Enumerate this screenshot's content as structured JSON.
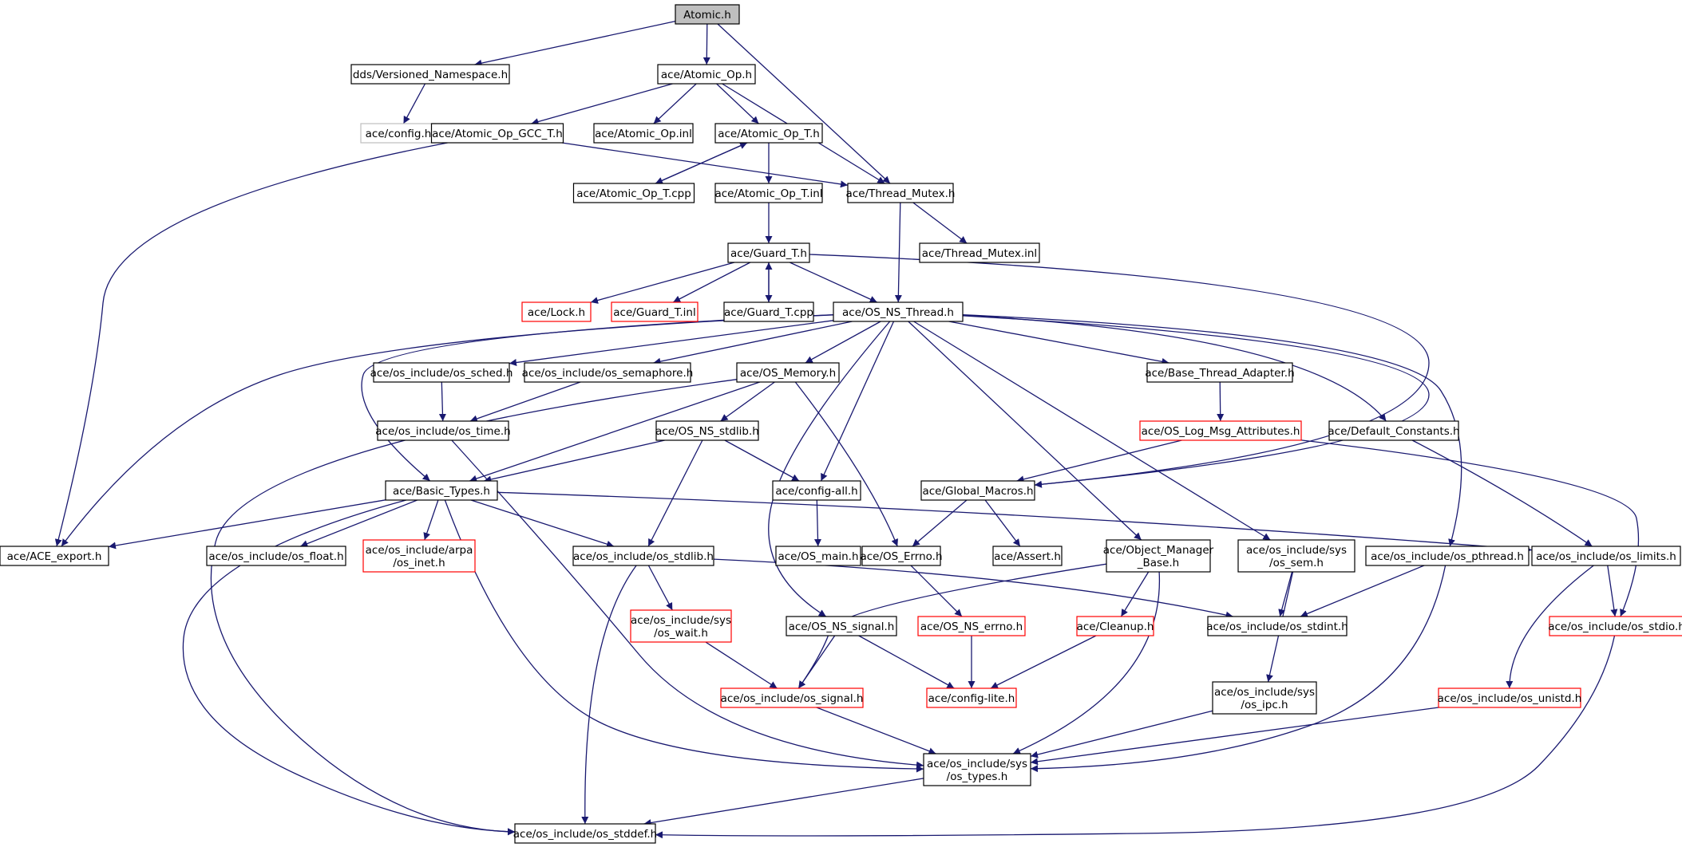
{
  "colors": {
    "edge": "#191970",
    "node_border": "#000000",
    "external_border": "#ff0000",
    "missing_border": "#bfbfbf",
    "root_fill": "#bfbfbf",
    "node_fill": "#ffffff"
  },
  "nodes": [
    {
      "id": "atomic_h",
      "lines": [
        "Atomic.h"
      ],
      "kind": "root"
    },
    {
      "id": "versioned_ns",
      "lines": [
        "dds/Versioned_Namespace.h"
      ],
      "kind": "normal"
    },
    {
      "id": "atomic_op_h",
      "lines": [
        "ace/Atomic_Op.h"
      ],
      "kind": "normal"
    },
    {
      "id": "config_h",
      "lines": [
        "ace/config.h"
      ],
      "kind": "missing"
    },
    {
      "id": "atomic_op_gcc_t",
      "lines": [
        "ace/Atomic_Op_GCC_T.h"
      ],
      "kind": "normal"
    },
    {
      "id": "atomic_op_inl",
      "lines": [
        "ace/Atomic_Op.inl"
      ],
      "kind": "normal"
    },
    {
      "id": "atomic_op_t_h",
      "lines": [
        "ace/Atomic_Op_T.h"
      ],
      "kind": "normal"
    },
    {
      "id": "atomic_op_t_cpp",
      "lines": [
        "ace/Atomic_Op_T.cpp"
      ],
      "kind": "normal"
    },
    {
      "id": "atomic_op_t_inl",
      "lines": [
        "ace/Atomic_Op_T.inl"
      ],
      "kind": "normal"
    },
    {
      "id": "thread_mutex_h",
      "lines": [
        "ace/Thread_Mutex.h"
      ],
      "kind": "normal"
    },
    {
      "id": "guard_t_h",
      "lines": [
        "ace/Guard_T.h"
      ],
      "kind": "normal"
    },
    {
      "id": "thread_mutex_inl",
      "lines": [
        "ace/Thread_Mutex.inl"
      ],
      "kind": "normal"
    },
    {
      "id": "lock_h",
      "lines": [
        "ace/Lock.h"
      ],
      "kind": "external"
    },
    {
      "id": "guard_t_inl",
      "lines": [
        "ace/Guard_T.inl"
      ],
      "kind": "external"
    },
    {
      "id": "guard_t_cpp",
      "lines": [
        "ace/Guard_T.cpp"
      ],
      "kind": "normal"
    },
    {
      "id": "os_ns_thread",
      "lines": [
        "ace/OS_NS_Thread.h"
      ],
      "kind": "normal"
    },
    {
      "id": "os_sched",
      "lines": [
        "ace/os_include/os_sched.h"
      ],
      "kind": "normal"
    },
    {
      "id": "os_semaphore",
      "lines": [
        "ace/os_include/os_semaphore.h"
      ],
      "kind": "normal"
    },
    {
      "id": "os_memory",
      "lines": [
        "ace/OS_Memory.h"
      ],
      "kind": "normal"
    },
    {
      "id": "base_thread_adapter",
      "lines": [
        "ace/Base_Thread_Adapter.h"
      ],
      "kind": "normal"
    },
    {
      "id": "os_time",
      "lines": [
        "ace/os_include/os_time.h"
      ],
      "kind": "normal"
    },
    {
      "id": "os_ns_stdlib",
      "lines": [
        "ace/OS_NS_stdlib.h"
      ],
      "kind": "normal"
    },
    {
      "id": "os_log_msg_attr",
      "lines": [
        "ace/OS_Log_Msg_Attributes.h"
      ],
      "kind": "external"
    },
    {
      "id": "default_constants",
      "lines": [
        "ace/Default_Constants.h"
      ],
      "kind": "normal"
    },
    {
      "id": "basic_types",
      "lines": [
        "ace/Basic_Types.h"
      ],
      "kind": "normal"
    },
    {
      "id": "config_all",
      "lines": [
        "ace/config-all.h"
      ],
      "kind": "normal"
    },
    {
      "id": "global_macros",
      "lines": [
        "ace/Global_Macros.h"
      ],
      "kind": "normal"
    },
    {
      "id": "ace_export",
      "lines": [
        "ace/ACE_export.h"
      ],
      "kind": "normal"
    },
    {
      "id": "os_float",
      "lines": [
        "ace/os_include/os_float.h"
      ],
      "kind": "normal"
    },
    {
      "id": "arpa_inet",
      "lines": [
        "ace/os_include/arpa",
        "/os_inet.h"
      ],
      "kind": "external"
    },
    {
      "id": "os_stdlib",
      "lines": [
        "ace/os_include/os_stdlib.h"
      ],
      "kind": "normal"
    },
    {
      "id": "os_main",
      "lines": [
        "ace/OS_main.h"
      ],
      "kind": "normal"
    },
    {
      "id": "os_errno",
      "lines": [
        "ace/OS_Errno.h"
      ],
      "kind": "normal"
    },
    {
      "id": "assert_h",
      "lines": [
        "ace/Assert.h"
      ],
      "kind": "normal"
    },
    {
      "id": "object_manager_base",
      "lines": [
        "ace/Object_Manager",
        "_Base.h"
      ],
      "kind": "normal"
    },
    {
      "id": "sys_os_sem",
      "lines": [
        "ace/os_include/sys",
        "/os_sem.h"
      ],
      "kind": "normal"
    },
    {
      "id": "os_pthread",
      "lines": [
        "ace/os_include/os_pthread.h"
      ],
      "kind": "normal"
    },
    {
      "id": "os_limits",
      "lines": [
        "ace/os_include/os_limits.h"
      ],
      "kind": "normal"
    },
    {
      "id": "sys_os_wait",
      "lines": [
        "ace/os_include/sys",
        "/os_wait.h"
      ],
      "kind": "external"
    },
    {
      "id": "os_ns_signal",
      "lines": [
        "ace/OS_NS_signal.h"
      ],
      "kind": "normal"
    },
    {
      "id": "os_ns_errno",
      "lines": [
        "ace/OS_NS_errno.h"
      ],
      "kind": "external"
    },
    {
      "id": "cleanup_h",
      "lines": [
        "ace/Cleanup.h"
      ],
      "kind": "external"
    },
    {
      "id": "os_stdint",
      "lines": [
        "ace/os_include/os_stdint.h"
      ],
      "kind": "normal"
    },
    {
      "id": "os_stdio",
      "lines": [
        "ace/os_include/os_stdio.h"
      ],
      "kind": "external"
    },
    {
      "id": "os_signal",
      "lines": [
        "ace/os_include/os_signal.h"
      ],
      "kind": "external"
    },
    {
      "id": "config_lite",
      "lines": [
        "ace/config-lite.h"
      ],
      "kind": "external"
    },
    {
      "id": "sys_os_ipc",
      "lines": [
        "ace/os_include/sys",
        "/os_ipc.h"
      ],
      "kind": "normal"
    },
    {
      "id": "os_unistd",
      "lines": [
        "ace/os_include/os_unistd.h"
      ],
      "kind": "external"
    },
    {
      "id": "sys_os_types",
      "lines": [
        "ace/os_include/sys",
        "/os_types.h"
      ],
      "kind": "normal"
    },
    {
      "id": "os_stddef",
      "lines": [
        "ace/os_include/os_stddef.h"
      ],
      "kind": "normal"
    }
  ],
  "edges": [
    [
      "atomic_h",
      "versioned_ns"
    ],
    [
      "atomic_h",
      "atomic_op_h"
    ],
    [
      "atomic_h",
      "thread_mutex_h"
    ],
    [
      "versioned_ns",
      "config_h"
    ],
    [
      "atomic_op_h",
      "atomic_op_gcc_t"
    ],
    [
      "atomic_op_h",
      "atomic_op_inl"
    ],
    [
      "atomic_op_h",
      "atomic_op_t_h"
    ],
    [
      "atomic_op_h",
      "thread_mutex_h"
    ],
    [
      "atomic_op_gcc_t",
      "thread_mutex_h"
    ],
    [
      "atomic_op_gcc_t",
      "ace_export"
    ],
    [
      "atomic_op_t_h",
      "atomic_op_t_cpp"
    ],
    [
      "atomic_op_t_cpp",
      "atomic_op_t_h"
    ],
    [
      "atomic_op_t_h",
      "atomic_op_t_inl"
    ],
    [
      "atomic_op_t_inl",
      "guard_t_h"
    ],
    [
      "thread_mutex_h",
      "thread_mutex_inl"
    ],
    [
      "thread_mutex_h",
      "os_ns_thread"
    ],
    [
      "guard_t_h",
      "lock_h"
    ],
    [
      "guard_t_h",
      "guard_t_inl"
    ],
    [
      "guard_t_h",
      "guard_t_cpp"
    ],
    [
      "guard_t_cpp",
      "guard_t_h"
    ],
    [
      "guard_t_h",
      "os_ns_thread"
    ],
    [
      "guard_t_h",
      "global_macros"
    ],
    [
      "os_ns_thread",
      "os_sched"
    ],
    [
      "os_ns_thread",
      "os_semaphore"
    ],
    [
      "os_ns_thread",
      "os_memory"
    ],
    [
      "os_ns_thread",
      "base_thread_adapter"
    ],
    [
      "os_ns_thread",
      "default_constants"
    ],
    [
      "os_ns_thread",
      "config_all"
    ],
    [
      "os_ns_thread",
      "global_macros"
    ],
    [
      "os_ns_thread",
      "ace_export"
    ],
    [
      "os_ns_thread",
      "basic_types"
    ],
    [
      "os_ns_thread",
      "object_manager_base"
    ],
    [
      "os_ns_thread",
      "sys_os_sem"
    ],
    [
      "os_ns_thread",
      "os_pthread"
    ],
    [
      "os_ns_thread",
      "os_ns_signal"
    ],
    [
      "os_sched",
      "os_time"
    ],
    [
      "os_semaphore",
      "os_time"
    ],
    [
      "os_memory",
      "os_ns_stdlib"
    ],
    [
      "os_memory",
      "basic_types"
    ],
    [
      "os_memory",
      "os_errno"
    ],
    [
      "os_memory",
      "os_stddef"
    ],
    [
      "os_time",
      "sys_os_types"
    ],
    [
      "os_ns_stdlib",
      "basic_types"
    ],
    [
      "os_ns_stdlib",
      "config_all"
    ],
    [
      "os_ns_stdlib",
      "os_stdlib"
    ],
    [
      "base_thread_adapter",
      "os_log_msg_attr"
    ],
    [
      "os_log_msg_attr",
      "global_macros"
    ],
    [
      "os_log_msg_attr",
      "os_stdio"
    ],
    [
      "default_constants",
      "os_limits"
    ],
    [
      "basic_types",
      "ace_export"
    ],
    [
      "basic_types",
      "os_float"
    ],
    [
      "basic_types",
      "arpa_inet"
    ],
    [
      "basic_types",
      "os_stdlib"
    ],
    [
      "basic_types",
      "os_limits"
    ],
    [
      "basic_types",
      "sys_os_types"
    ],
    [
      "basic_types",
      "os_stddef"
    ],
    [
      "config_all",
      "os_main"
    ],
    [
      "global_macros",
      "os_errno"
    ],
    [
      "global_macros",
      "assert_h"
    ],
    [
      "os_stdlib",
      "sys_os_wait"
    ],
    [
      "os_stdlib",
      "os_stdint"
    ],
    [
      "os_stdlib",
      "os_stddef"
    ],
    [
      "os_errno",
      "os_ns_errno"
    ],
    [
      "object_manager_base",
      "cleanup_h"
    ],
    [
      "object_manager_base",
      "os_signal"
    ],
    [
      "object_manager_base",
      "sys_os_types"
    ],
    [
      "sys_os_sem",
      "os_stdint"
    ],
    [
      "sys_os_sem",
      "sys_os_ipc"
    ],
    [
      "os_pthread",
      "os_stdint"
    ],
    [
      "os_pthread",
      "sys_os_types"
    ],
    [
      "os_limits",
      "os_stdio"
    ],
    [
      "os_limits",
      "os_unistd"
    ],
    [
      "sys_os_wait",
      "os_signal"
    ],
    [
      "os_ns_signal",
      "os_signal"
    ],
    [
      "os_ns_signal",
      "config_lite"
    ],
    [
      "os_ns_errno",
      "config_lite"
    ],
    [
      "cleanup_h",
      "config_lite"
    ],
    [
      "os_signal",
      "sys_os_types"
    ],
    [
      "sys_os_ipc",
      "sys_os_types"
    ],
    [
      "os_unistd",
      "sys_os_types"
    ],
    [
      "os_stdio",
      "os_stddef"
    ],
    [
      "sys_os_types",
      "os_stddef"
    ]
  ]
}
